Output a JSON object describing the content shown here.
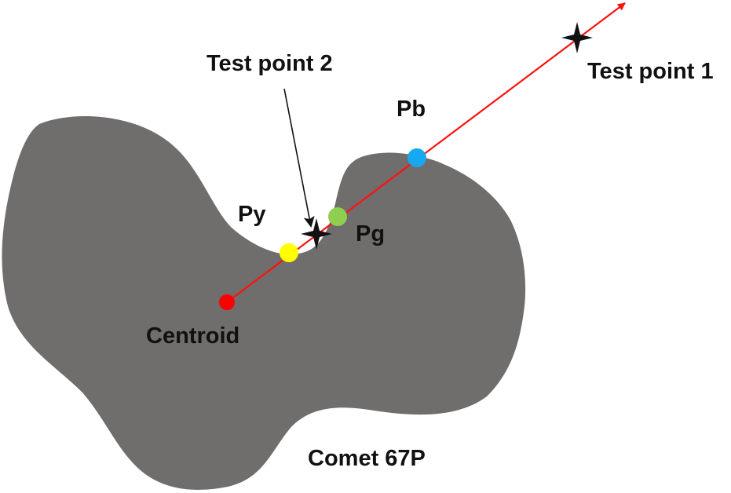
{
  "labels": {
    "test_point_1": "Test point 1",
    "test_point_2": "Test point 2",
    "pb": "Pb",
    "py": "Py",
    "pg": "Pg",
    "centroid": "Centroid",
    "comet": "Comet 67P"
  },
  "colors": {
    "comet_body": "#706d6d",
    "ray": "#ff1010",
    "centroid_point": "#ff0000",
    "py_point": "#ffff00",
    "pg_point": "#8fce4f",
    "pb_point": "#18a8f0",
    "star": "#111111",
    "pointer_arrow": "#111111",
    "text": "#111111"
  },
  "icons": {
    "test_point_marker": "four-point-star-icon",
    "ray_head": "arrowhead-icon"
  }
}
